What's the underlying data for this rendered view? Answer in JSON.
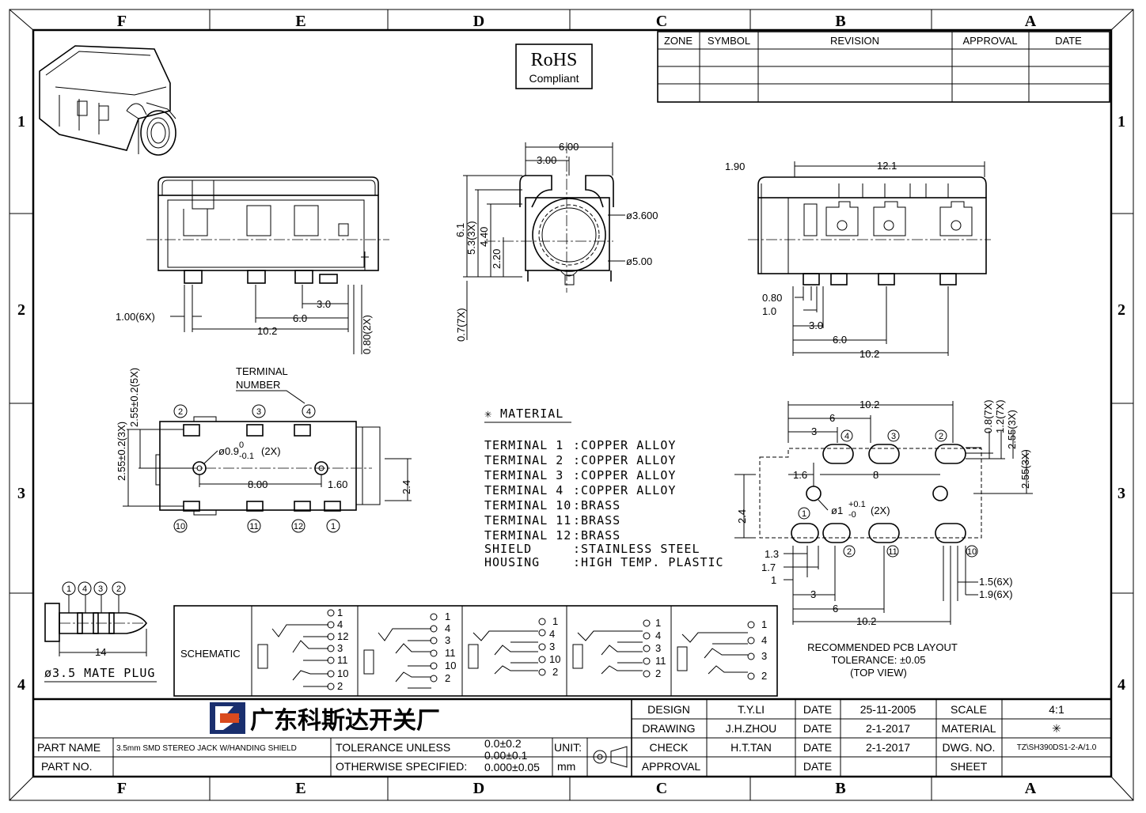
{
  "border": {
    "columns_top": [
      "F",
      "E",
      "D",
      "C",
      "B",
      "A"
    ],
    "rows": [
      "1",
      "2",
      "3",
      "4"
    ]
  },
  "revision_table": {
    "headers": [
      "ZONE",
      "SYMBOL",
      "REVISION",
      "APPROVAL",
      "DATE"
    ]
  },
  "rohs": {
    "line1": "RoHS",
    "line2": "Compliant"
  },
  "front_view": {
    "d1": "1.00(6X)",
    "d2": "3.0",
    "d3": "6.0",
    "d4": "10.2",
    "d5": "0.80(2X)"
  },
  "side_view": {
    "w": "6.00",
    "half": "3.00",
    "h1": "6.1",
    "h2": "5.3(3X)",
    "h3": "4.40",
    "h4": "2.20",
    "h5": "0.7(7X)",
    "dia1": "ø3.600",
    "dia2": "ø5.00"
  },
  "rear_view": {
    "d1": "1.90",
    "d2": "12.1",
    "d3": "0.80",
    "d4": "1.0",
    "d5": "3.0",
    "d6": "6.0",
    "d7": "10.2"
  },
  "top_view": {
    "terminal_label1": "TERMINAL",
    "terminal_label2": "NUMBER",
    "v1": "2.55±0.2(3X)",
    "v2": "2.55±0.2(5X)",
    "hole": "ø0.9",
    "hole_tol_up": "0",
    "hole_tol_dn": "-0.1",
    "hole_count": "(2X)",
    "d1": "8.00",
    "d2": "1.60",
    "d3": "2.4",
    "top_nums": [
      "2",
      "3",
      "4"
    ],
    "bot_nums": [
      "10",
      "11",
      "12",
      "1"
    ]
  },
  "material": {
    "title": "✳ MATERIAL",
    "rows": [
      {
        "k": "TERMINAL  1",
        "v": ":COPPER  ALLOY"
      },
      {
        "k": "TERMINAL  2",
        "v": ":COPPER  ALLOY"
      },
      {
        "k": "TERMINAL  3",
        "v": ":COPPER  ALLOY"
      },
      {
        "k": "TERMINAL  4",
        "v": ":COPPER  ALLOY"
      },
      {
        "k": "TERMINAL 10",
        "v": ":BRASS"
      },
      {
        "k": "TERMINAL 11",
        "v": ":BRASS"
      },
      {
        "k": "TERMINAL 12",
        "v": ":BRASS"
      },
      {
        "k": "SHIELD",
        "v": ":STAINLESS  STEEL"
      },
      {
        "k": "HOUSING",
        "v": ":HIGH  TEMP. PLASTIC"
      }
    ]
  },
  "pcb": {
    "d1": "10.2",
    "d2": "6",
    "d3": "3",
    "d4": "1.6",
    "d5": "8",
    "d6": "2.4",
    "r1": "0.8(7X)",
    "r2": "1.2(7X)",
    "r3": "2.55(3X)",
    "r4": "2.55(3X)",
    "hole": "ø1",
    "hole_up": "+0.1",
    "hole_dn": "-0",
    "hole_cnt": "(2X)",
    "l1": "1.3",
    "l2": "1.7",
    "l3": "1",
    "b1": "3",
    "b2": "6",
    "b3": "10.2",
    "s1": "1.5(6X)",
    "s2": "1.9(6X)",
    "top_nums": [
      "4",
      "3",
      "2"
    ],
    "bot_nums": [
      "1",
      "2",
      "11",
      "10"
    ],
    "caption1": "RECOMMENDED PCB LAYOUT",
    "caption2": "TOLERANCE: ±0.05",
    "caption3": "(TOP VIEW)"
  },
  "plug": {
    "nums": [
      "1",
      "4",
      "3",
      "2"
    ],
    "len": "14",
    "caption": "ø3.5 MATE PLUG"
  },
  "schematic": {
    "label": "SCHEMATIC",
    "groups": [
      [
        "1",
        "4",
        "12",
        "3",
        "11",
        "10",
        "2"
      ],
      [
        "1",
        "4",
        "3",
        "11",
        "10",
        "2"
      ],
      [
        "1",
        "4",
        "3",
        "10",
        "2"
      ],
      [
        "1",
        "4",
        "3",
        "11",
        "2"
      ],
      [
        "1",
        "4",
        "3",
        "2"
      ]
    ]
  },
  "title_block": {
    "company": "广东科斯达开关厂",
    "part_name_label": "PART NAME",
    "part_name": "3.5mm SMD STEREO JACK W/HANDING SHIELD",
    "part_no_label": "PART NO.",
    "tol_label1": "TOLERANCE UNLESS",
    "tol_label2": "OTHERWISE SPECIFIED:",
    "tol1": "0.0±0.2",
    "tol2": "0.00±0.1",
    "tol3": "0.000±0.05",
    "unit_label": "UNIT:",
    "unit": "mm",
    "design_label": "DESIGN",
    "design": "T.Y.LI",
    "design_date": "25-11-2005",
    "drawing_label": "DRAWING",
    "drawing": "J.H.ZHOU",
    "drawing_date": "2-1-2017",
    "check_label": "CHECK",
    "check": "H.T.TAN",
    "check_date": "2-1-2017",
    "approval_label": "APPROVAL",
    "date_label": "DATE",
    "scale_label": "SCALE",
    "scale": "4:1",
    "material_label": "MATERIAL",
    "material": "✳",
    "dwg_label": "DWG. NO.",
    "dwg": "TZ\\SH390DS1-2-A/1.0",
    "sheet_label": "SHEET"
  }
}
